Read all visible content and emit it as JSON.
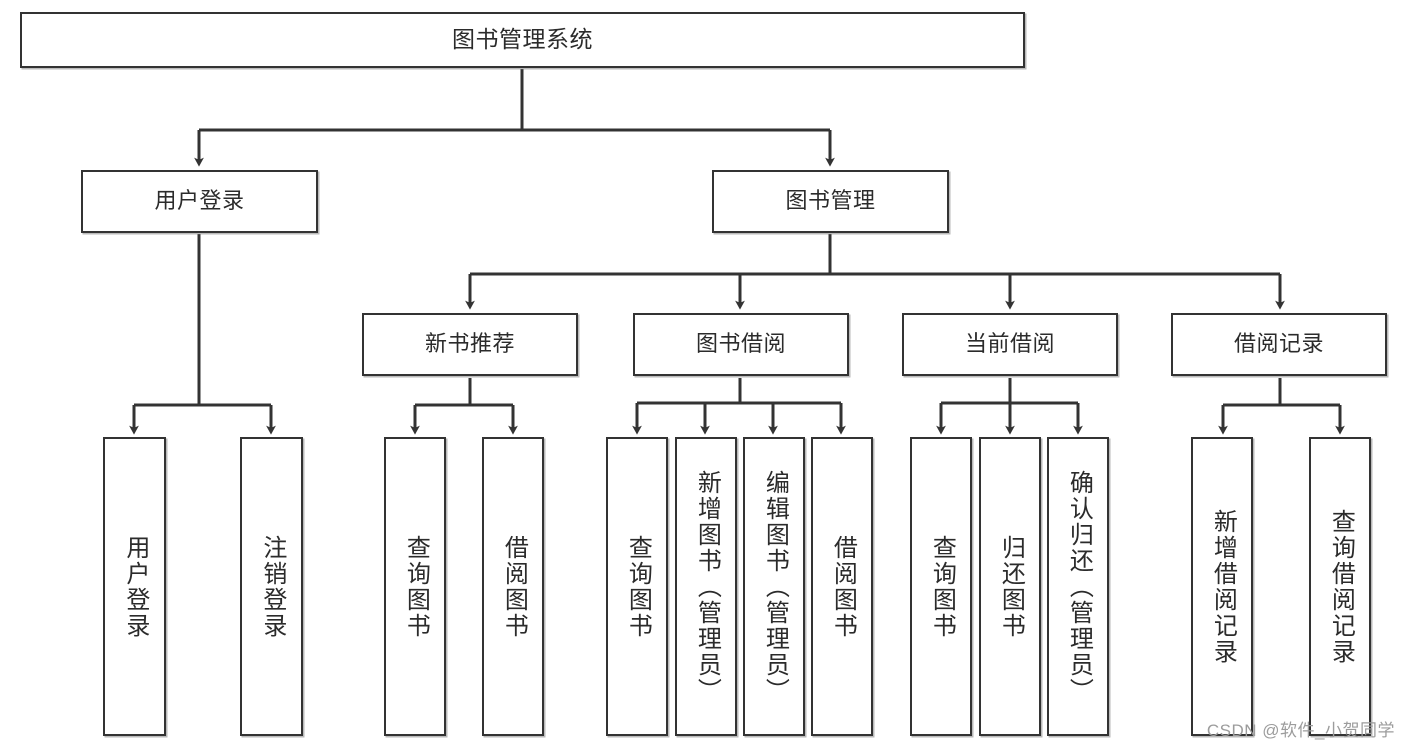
{
  "diagram": {
    "type": "tree",
    "title": "图书管理系统",
    "root": {
      "label": "图书管理系统"
    },
    "level2": [
      {
        "label": "用户登录"
      },
      {
        "label": "图书管理"
      }
    ],
    "level3": [
      {
        "label": "新书推荐"
      },
      {
        "label": "图书借阅"
      },
      {
        "label": "当前借阅"
      },
      {
        "label": "借阅记录"
      }
    ],
    "leaves_user_login": [
      {
        "label": "用户登录"
      },
      {
        "label": "注销登录"
      }
    ],
    "leaves_new_books": [
      {
        "label": "查询图书"
      },
      {
        "label": "借阅图书"
      }
    ],
    "leaves_borrow": [
      {
        "label": "查询图书"
      },
      {
        "label": "新增图书（管理员）"
      },
      {
        "label": "编辑图书（管理员）"
      },
      {
        "label": "借阅图书"
      }
    ],
    "leaves_current": [
      {
        "label": "查询图书"
      },
      {
        "label": "归还图书"
      },
      {
        "label": "确认归还（管理员）"
      }
    ],
    "leaves_records": [
      {
        "label": "新增借阅记录"
      },
      {
        "label": "查询借阅记录"
      }
    ],
    "colors": {
      "line": "#333333",
      "box_border": "#333333",
      "box_fill": "#ffffff",
      "text": "#2b2b2b",
      "watermark": "#9c9c9c"
    }
  },
  "watermark": {
    "text": "CSDN @软件_小贺同学"
  }
}
